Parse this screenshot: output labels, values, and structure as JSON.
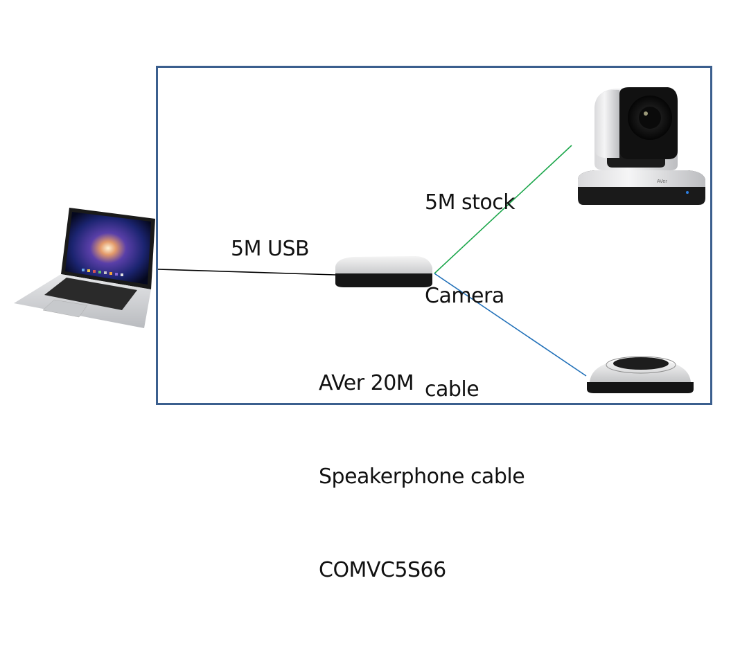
{
  "diagram": {
    "frame_color": "#3b5f8e",
    "connections": [
      {
        "from": "laptop",
        "to": "usb-hub",
        "label": "5M USB",
        "color": "#000000"
      },
      {
        "from": "usb-hub",
        "to": "camera",
        "label": "5M stock Camera cable",
        "color": "#1aa64a"
      },
      {
        "from": "usb-hub",
        "to": "speakerphone",
        "label": "AVer 20M Speakerphone cable COMVC5S66",
        "color": "#1f6fb8"
      }
    ],
    "labels": {
      "usb": "5M USB",
      "camera_cable": [
        "5M stock",
        "Camera",
        "cable"
      ],
      "speaker_cable": [
        "AVer 20M",
        "Speakerphone cable",
        "COMVC5S66"
      ]
    },
    "devices": {
      "laptop": "laptop",
      "hub": "usb-hub",
      "camera": "ptz-camera",
      "camera_brand": "AVer",
      "speakerphone": "speakerphone"
    }
  }
}
